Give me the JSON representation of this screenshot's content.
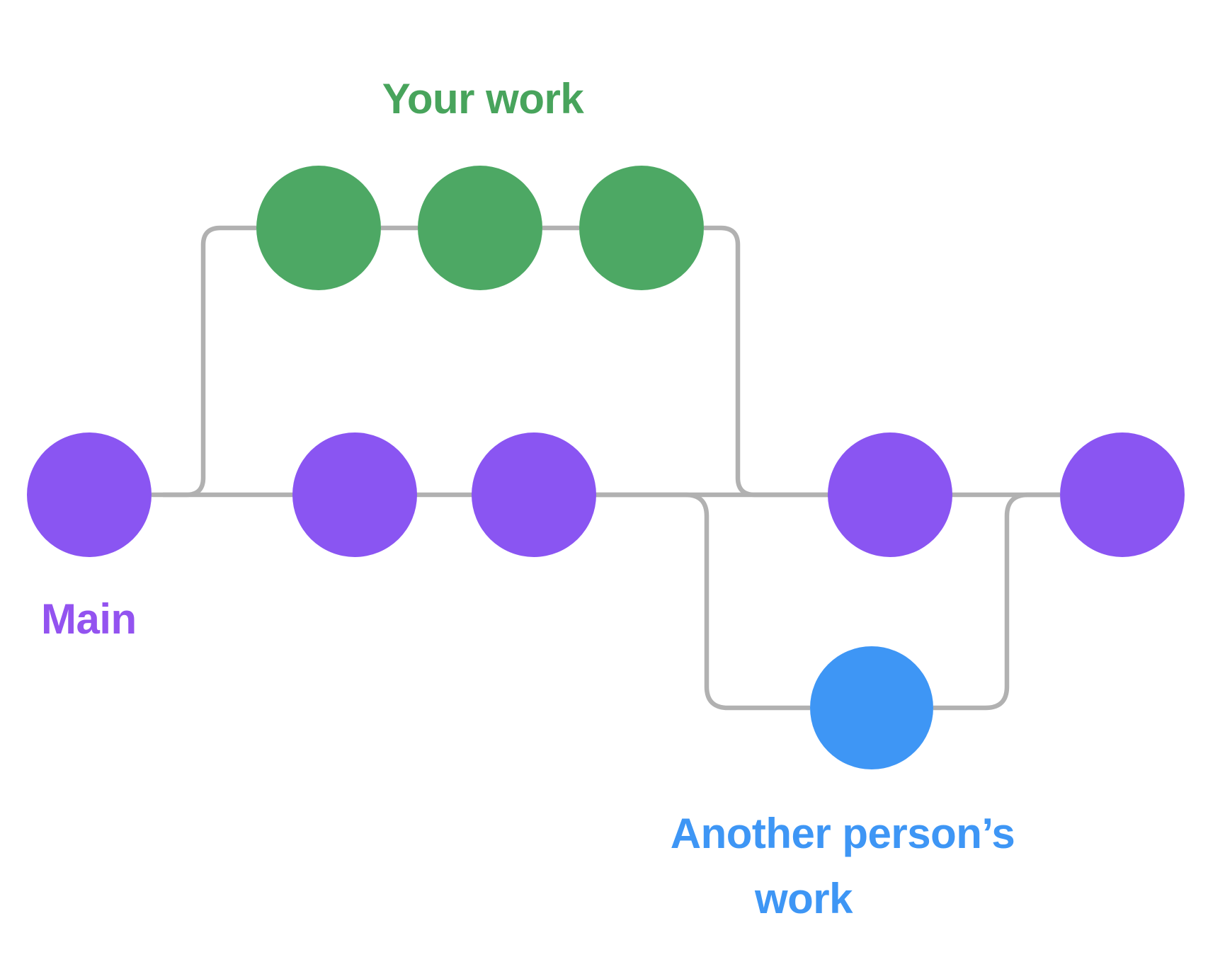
{
  "diagram": {
    "background": "#ffffff",
    "connector_color": "#b1b1b1",
    "branches": {
      "main": {
        "label": "Main",
        "node_color": "#8a55f2",
        "label_color": "#9353f0",
        "commit_count": 5
      },
      "your_work": {
        "label": "Your work",
        "node_color": "#4da864",
        "label_color": "#48a45c",
        "commit_count": 3
      },
      "another_person": {
        "label_line1": "Another person’s",
        "label_line2": "work",
        "node_color": "#3e96f5",
        "label_color": "#3e96f5",
        "commit_count": 1
      }
    }
  }
}
